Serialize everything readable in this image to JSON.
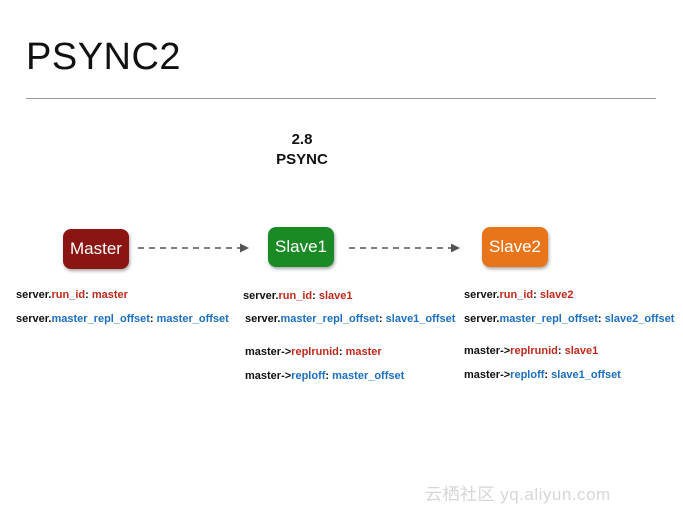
{
  "title": "PSYNC2",
  "version": {
    "line1": "2.8",
    "line2": "PSYNC"
  },
  "nodes": {
    "master": {
      "label": "Master",
      "color": "#8b1512"
    },
    "slave1": {
      "label": "Slave1",
      "color": "#1a8a24"
    },
    "slave2": {
      "label": "Slave2",
      "color": "#e8751a"
    }
  },
  "master_info": {
    "run_id": {
      "prefix": "server.",
      "key": "run_id",
      "sep": ": ",
      "value": "master"
    },
    "offset": {
      "prefix": "server.",
      "key": "master_repl_offset",
      "sep": ": ",
      "value": "master_offset"
    }
  },
  "slave1_info": {
    "run_id": {
      "prefix": "server.",
      "key": "run_id",
      "sep": ": ",
      "value": "slave1"
    },
    "offset": {
      "prefix": "server.",
      "key": "master_repl_offset",
      "sep": ": ",
      "value": "slave1_offset"
    },
    "replrunid": {
      "prefix": "master->",
      "key": "replrunid",
      "sep": ": ",
      "value": "master"
    },
    "reploff": {
      "prefix": "master->",
      "key": "reploff",
      "sep": ": ",
      "value": "master_offset"
    }
  },
  "slave2_info": {
    "run_id": {
      "prefix": "server.",
      "key": "run_id",
      "sep": ": ",
      "value": "slave2"
    },
    "offset": {
      "prefix": "server.",
      "key": "master_repl_offset",
      "sep": ": ",
      "value": "slave2_offset"
    },
    "replrunid": {
      "prefix": "master->",
      "key": "replrunid",
      "sep": ": ",
      "value": "slave1"
    },
    "reploff": {
      "prefix": "master->",
      "key": "reploff",
      "sep": ": ",
      "value": "slave1_offset"
    }
  },
  "watermark": "云栖社区 yq.aliyun.com"
}
